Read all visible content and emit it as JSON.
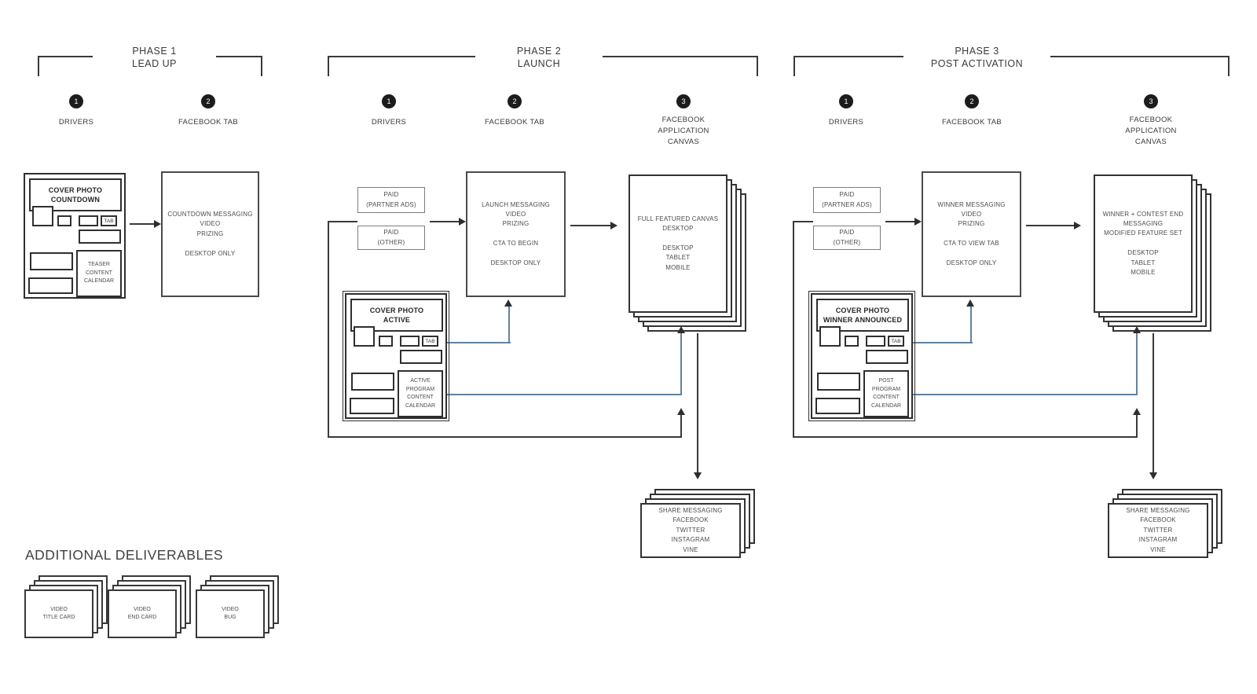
{
  "palette": {
    "line": "#3a3a3a",
    "box_border": "#4a4a4a",
    "blue_connector": "#63819e",
    "text": "#4d4d4d",
    "step_circle": "#1c1c1c"
  },
  "phases": [
    {
      "title": "PHASE 1",
      "subtitle": "LEAD UP",
      "steps": [
        {
          "num": "1",
          "label": "DRIVERS"
        },
        {
          "num": "2",
          "label": "FACEBOOK TAB"
        }
      ],
      "cover_page": {
        "title": "COVER PHOTO\nCOUNTDOWN",
        "tab_label": "TAB",
        "calendar": "TEASER\nCONTENT\nCALENDAR"
      },
      "tab_box": "COUNTDOWN MESSAGING\nVIDEO\nPRIZING\n\nDESKTOP ONLY"
    },
    {
      "title": "PHASE 2",
      "subtitle": "LAUNCH",
      "steps": [
        {
          "num": "1",
          "label": "DRIVERS"
        },
        {
          "num": "2",
          "label": "FACEBOOK TAB"
        },
        {
          "num": "3",
          "label": "FACEBOOK\nAPPLICATION\nCANVAS"
        }
      ],
      "drivers": {
        "paid_partner": "PAID\n(PARTNER ADS)",
        "paid_other": "PAID\n(OTHER)"
      },
      "cover_page": {
        "title": "COVER PHOTO\nACTIVE",
        "tab_label": "TAB",
        "calendar": "ACTIVE\nPROGRAM\nCONTENT\nCALENDAR"
      },
      "tab_box": "LAUNCH MESSAGING\nVIDEO\nPRIZING\n\nCTA TO BEGIN\n\nDESKTOP ONLY",
      "canvas_stack": "FULL FEATURED CANVAS\nDESKTOP\n\nDESKTOP\nTABLET\nMOBILE",
      "share_stack": "SHARE MESSAGING\nFACEBOOK\nTWITTER\nINSTAGRAM\nVINE"
    },
    {
      "title": "PHASE 3",
      "subtitle": "POST ACTIVATION",
      "steps": [
        {
          "num": "1",
          "label": "DRIVERS"
        },
        {
          "num": "2",
          "label": "FACEBOOK TAB"
        },
        {
          "num": "3",
          "label": "FACEBOOK\nAPPLICATION\nCANVAS"
        }
      ],
      "drivers": {
        "paid_partner": "PAID\n(PARTNER ADS)",
        "paid_other": "PAID\n(OTHER)"
      },
      "cover_page": {
        "title": "COVER PHOTO\nWINNER ANNOUNCED",
        "tab_label": "TAB",
        "calendar": "POST\nPROGRAM\nCONTENT\nCALENDAR"
      },
      "tab_box": "WINNER MESSAGING\nVIDEO\nPRIZING\n\nCTA TO VIEW TAB\n\nDESKTOP ONLY",
      "canvas_stack": "WINNER + CONTEST END\nMESSAGING\nMODIFIED FEATURE SET\n\nDESKTOP\nTABLET\nMOBILE",
      "share_stack": "SHARE MESSAGING\nFACEBOOK\nTWITTER\nINSTAGRAM\nVINE"
    }
  ],
  "additional_deliverables": {
    "heading": "ADDITIONAL DELIVERABLES",
    "stacks": [
      {
        "label": "VIDEO\nTITLE CARD"
      },
      {
        "label": "VIDEO\nEND CARD"
      },
      {
        "label": "VIDEO\nBUG"
      }
    ]
  }
}
